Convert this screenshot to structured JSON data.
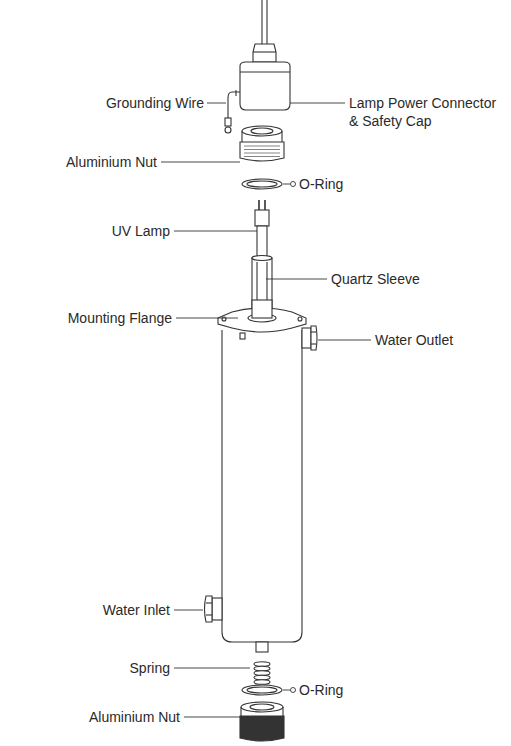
{
  "diagram": {
    "labels": [
      "Grounding Wire",
      "Lamp Power Connector & Safety Cap",
      "Aluminium Nut",
      "O-Ring",
      "UV Lamp",
      "Quartz Sleeve",
      "Mounting Flange",
      "Water Outlet",
      "Water Inlet",
      "Spring",
      "O-Ring",
      "Aluminium Nut"
    ]
  }
}
